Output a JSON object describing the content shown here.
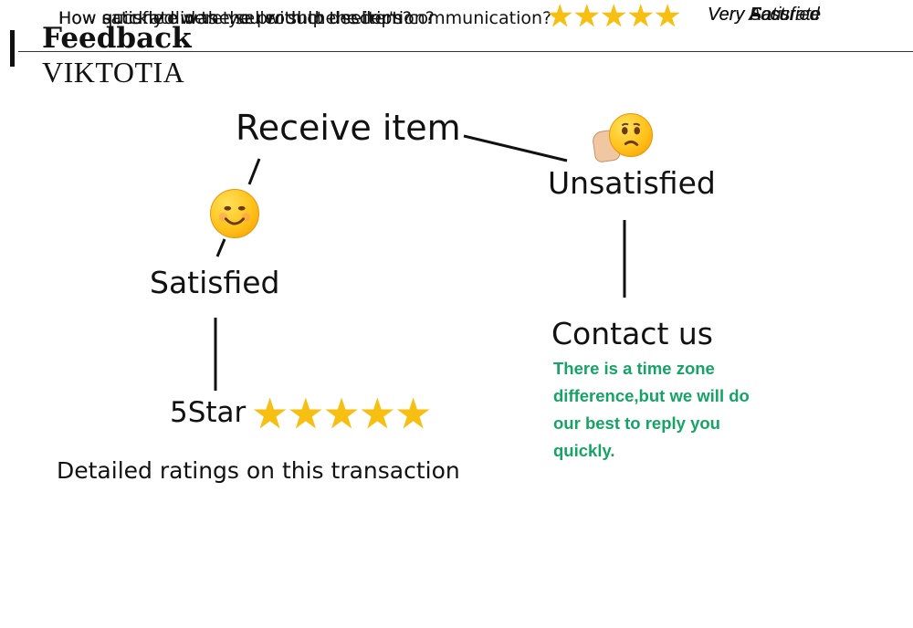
{
  "header": {
    "title": "Feedback",
    "brand": "VIKTOTIA"
  },
  "flow": {
    "receive_label": "Receive item",
    "satisfied_label": "Satisfied",
    "unsatisfied_label": "Unsatisfied",
    "five_star_label": "5Star",
    "contact_label": "Contact us",
    "contact_note": "There is a time zone difference,but we will do our best to reply you quickly."
  },
  "ratings": {
    "title": "Detailed ratings on this transaction",
    "items": [
      {
        "question": "How accurate was the product description?",
        "stars": 5,
        "answer": "Very Accurate"
      },
      {
        "question": "How satisfied were you with the seller's communication?",
        "stars": 5,
        "answer": "Very Satisfied"
      },
      {
        "question": "How quickly did the seller ship the item?",
        "stars": 5,
        "answer": "Very Fast"
      }
    ]
  },
  "icons": {
    "happy": "smiling-face-icon",
    "unsatisfied": "stop-hand-sad-face-icon",
    "star": "star-icon"
  },
  "colors": {
    "star": "#f7bf12",
    "contact_note": "#16a365",
    "emoji": "#ffc21b"
  }
}
